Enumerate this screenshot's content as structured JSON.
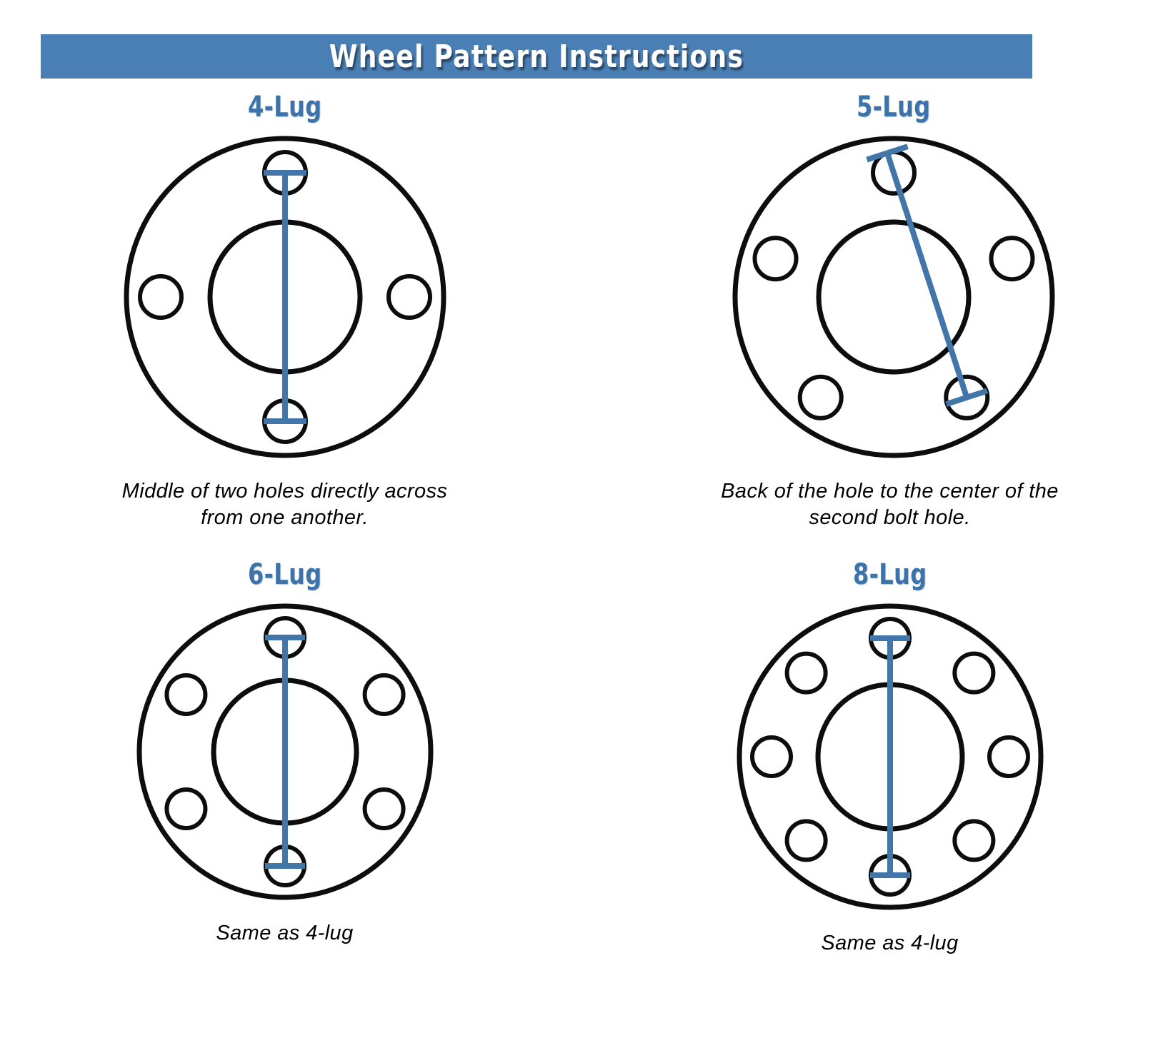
{
  "header": {
    "title": "Wheel Pattern Instructions",
    "background_color": "#4A7FB5",
    "text_color": "#FFFFFF"
  },
  "colors": {
    "banner_blue": "#4A7FB5",
    "title_blue": "#3C73AB",
    "measure_line_blue": "#4376A8",
    "outline_black": "#0D0D0D",
    "page_background": "#FFFFFF"
  },
  "panels": [
    {
      "id": "4lug",
      "title": "4-Lug",
      "caption": "Middle of two holes directly across from one another.",
      "diagram": {
        "lug_count": 4,
        "outer_radius": 222,
        "hub_radius": 105,
        "bolt_circle_radius": 174,
        "bolt_hole_radius": 29,
        "first_hole_angle_deg": -90,
        "measure_type": "center-to-center",
        "measure_from_hole_index": 0,
        "measure_to_hole_index": 2,
        "cap_half_length": 30
      }
    },
    {
      "id": "5lug",
      "title": "5-Lug",
      "caption": "Back of the hole to the center of the second bolt hole.",
      "diagram": {
        "lug_count": 5,
        "outer_radius": 222,
        "hub_radius": 105,
        "bolt_circle_radius": 174,
        "bolt_hole_radius": 29,
        "first_hole_angle_deg": -90,
        "measure_type": "back-to-center",
        "measure_from_hole_index": 0,
        "measure_to_hole_index": 2,
        "cap_half_length": 30
      }
    },
    {
      "id": "6lug",
      "title": "6-Lug",
      "caption": "Same as 4-lug",
      "diagram": {
        "lug_count": 6,
        "outer_radius": 204,
        "hub_radius": 100,
        "bolt_circle_radius": 160,
        "bolt_hole_radius": 27,
        "first_hole_angle_deg": -90,
        "measure_type": "center-to-center",
        "measure_from_hole_index": 0,
        "measure_to_hole_index": 3,
        "cap_half_length": 28
      }
    },
    {
      "id": "8lug",
      "title": "8-Lug",
      "caption": "Same as 4-lug",
      "diagram": {
        "lug_count": 8,
        "outer_radius": 211,
        "hub_radius": 101,
        "bolt_circle_radius": 166,
        "bolt_hole_radius": 27,
        "first_hole_angle_deg": -90,
        "measure_type": "center-to-center",
        "measure_from_hole_index": 0,
        "measure_to_hole_index": 4,
        "cap_half_length": 28
      }
    }
  ]
}
